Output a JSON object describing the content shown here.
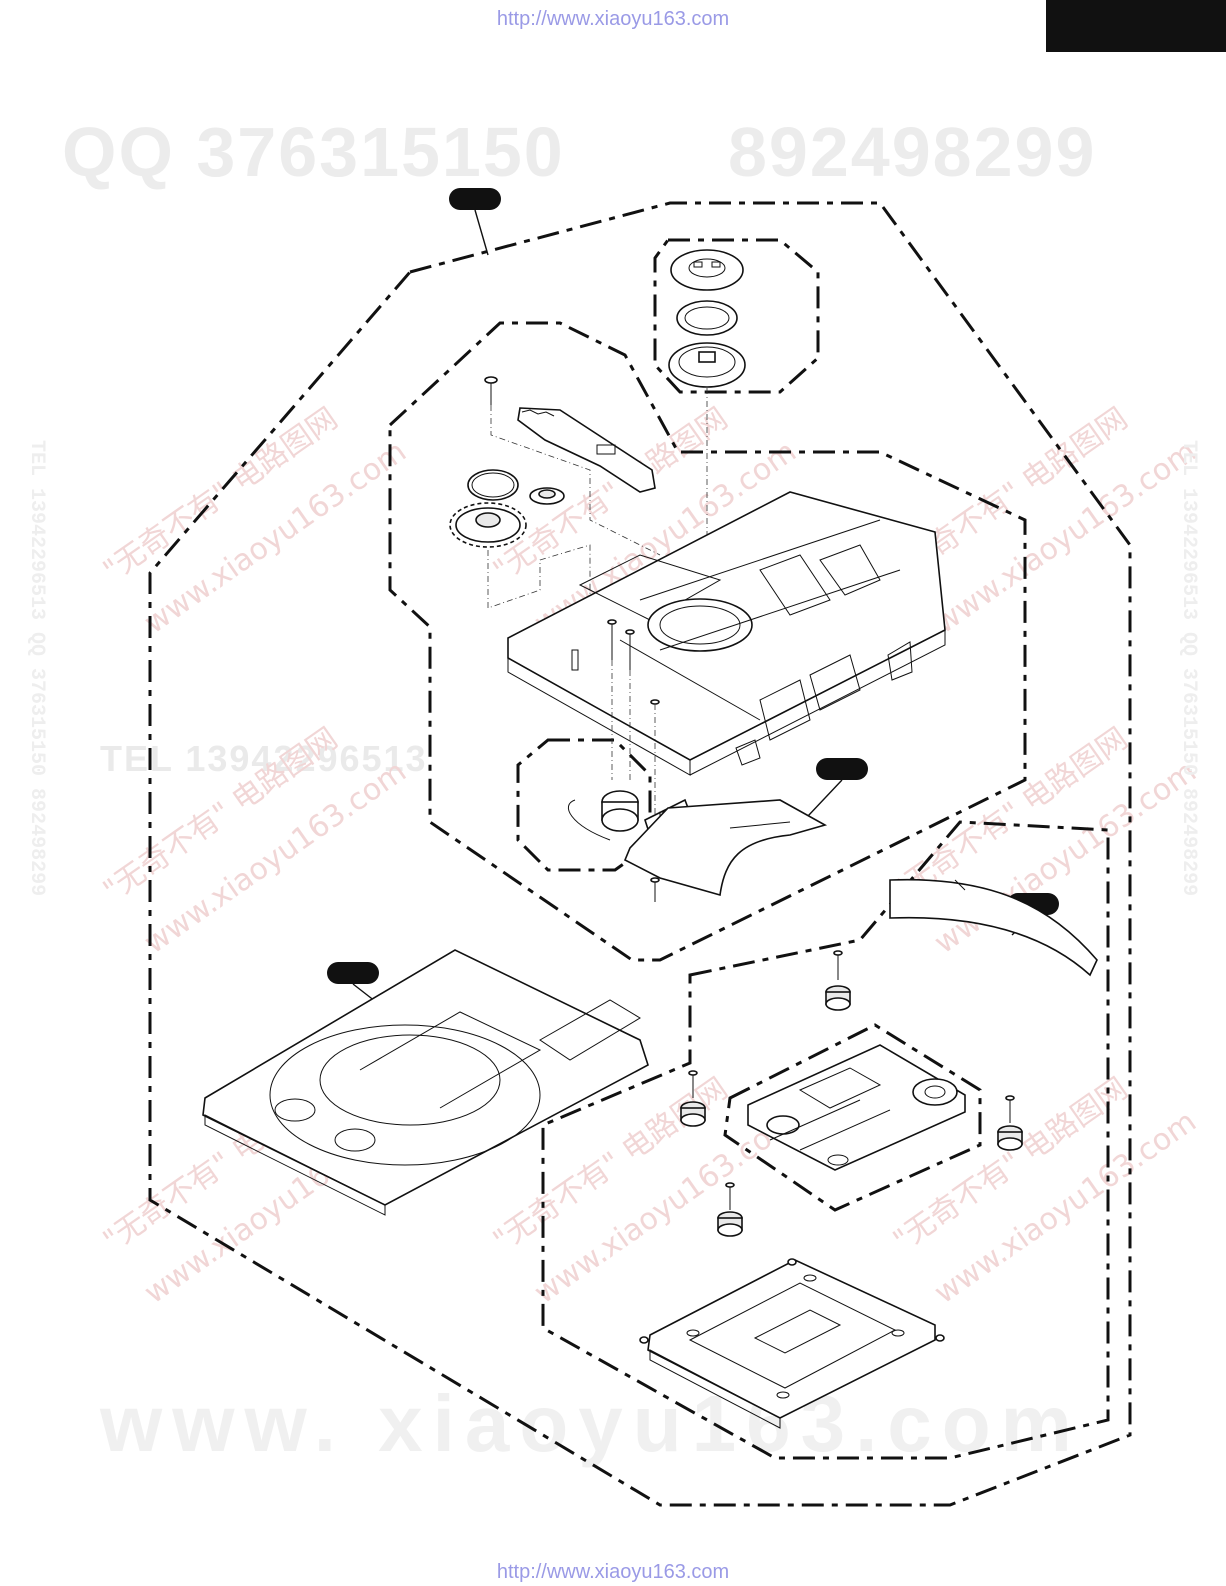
{
  "header": {
    "url": "http://www.xiaoyu163.com"
  },
  "footer": {
    "url": "http://www.xiaoyu163.com"
  },
  "watermarks": {
    "qq_left": "QQ 376315150",
    "qq_right": "892498299",
    "site": "www. xiaoyu163.com",
    "tel": "TEL 13942296513",
    "cn_text": "\"无奇不有\" 电路图网",
    "cn_url": "www.xiaoyu163.com",
    "vertical_left": "TEL 13942296513  QQ 376315150  892498299",
    "vertical_right": "TEL 13942296513  QQ 376315150  892498299"
  },
  "colors": {
    "url": "#9a9ae6",
    "line": "#111111",
    "watermark_gray": "#ececec",
    "watermark_red": "#f1d6d6"
  }
}
